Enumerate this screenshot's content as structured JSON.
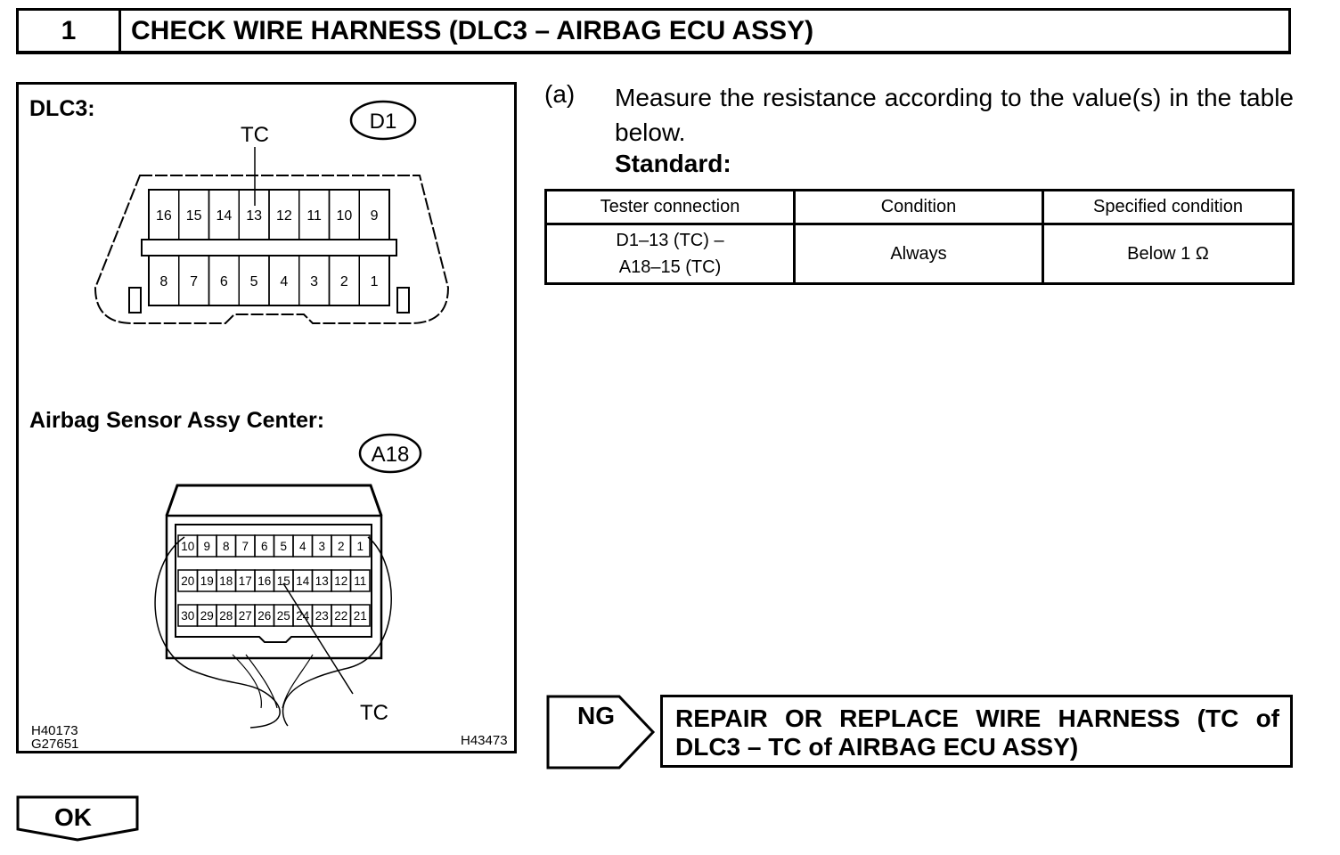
{
  "header": {
    "step_number": "1",
    "title": "CHECK WIRE HARNESS (DLC3 – AIRBAG ECU ASSY)"
  },
  "figure": {
    "dlc3": {
      "label": "DLC3:",
      "connector_code": "D1",
      "tc_label": "TC",
      "top_pins": [
        "16",
        "15",
        "14",
        "13",
        "12",
        "11",
        "10",
        "9"
      ],
      "bottom_pins": [
        "8",
        "7",
        "6",
        "5",
        "4",
        "3",
        "2",
        "1"
      ],
      "highlight_pin": "13"
    },
    "airbag": {
      "label": "Airbag Sensor Assy Center:",
      "connector_code": "A18",
      "tc_label": "TC",
      "row1_pins": [
        "10",
        "9",
        "8",
        "7",
        "6",
        "5",
        "4",
        "3",
        "2",
        "1"
      ],
      "row2_pins": [
        "20",
        "19",
        "18",
        "17",
        "16",
        "15",
        "14",
        "13",
        "12",
        "11"
      ],
      "row3_pins": [
        "30",
        "29",
        "28",
        "27",
        "26",
        "25",
        "24",
        "23",
        "22",
        "21"
      ],
      "highlight_pin": "15"
    },
    "codes_left": [
      "H40173",
      "G27651"
    ],
    "code_right": "H43473"
  },
  "procedure": {
    "step_letter": "(a)",
    "instruction": "Measure the resistance according to the value(s) in the table below.",
    "standard_label": "Standard:"
  },
  "table": {
    "headers": [
      "Tester connection",
      "Condition",
      "Specified condition"
    ],
    "rows": [
      {
        "connection_line1": "D1–13 (TC) –",
        "connection_line2": "A18–15 (TC)",
        "condition": "Always",
        "specified": "Below 1 Ω"
      }
    ]
  },
  "ng": {
    "label": "NG",
    "action": "REPAIR OR REPLACE WIRE HARNESS (TC of DLC3 – TC of AIRBAG ECU ASSY)"
  },
  "ok": {
    "label": "OK"
  }
}
